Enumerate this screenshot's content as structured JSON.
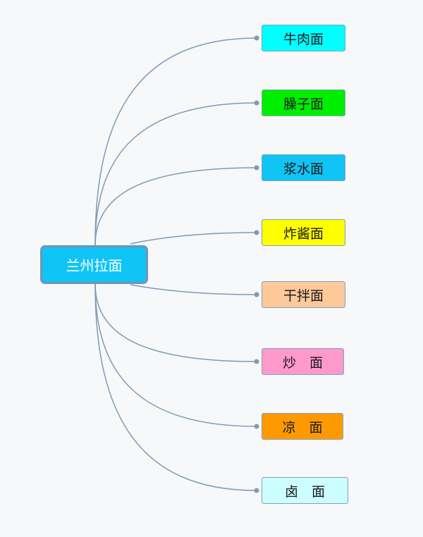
{
  "root": {
    "label": "兰州拉面",
    "color": "#10c4f5"
  },
  "link_color": "#7f9bb3",
  "children": [
    {
      "label": "牛肉面",
      "color": "#00ffff"
    },
    {
      "label": "臊子面",
      "color": "#00ee00"
    },
    {
      "label": "浆水面",
      "color": "#10c4f5"
    },
    {
      "label": "炸酱面",
      "color": "#ffff00"
    },
    {
      "label": "干拌面",
      "color": "#fdc89a"
    },
    {
      "label": "炒　面",
      "color": "#ff99cc"
    },
    {
      "label": "凉　面",
      "color": "#ff9900"
    },
    {
      "label": "卤　面",
      "color": "#ccfdff"
    }
  ]
}
